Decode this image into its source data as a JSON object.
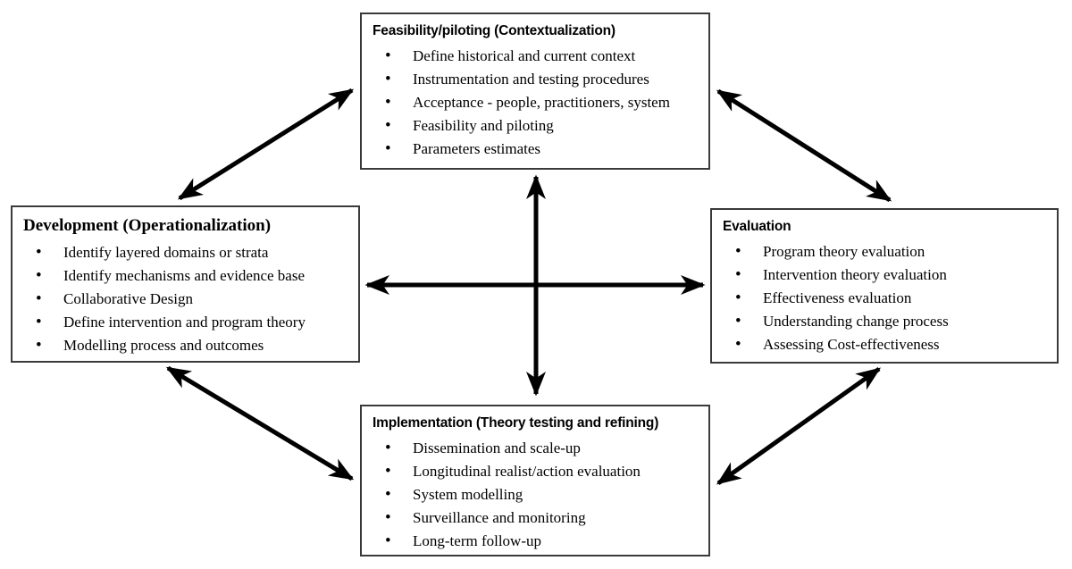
{
  "colors": {
    "background": "#ffffff",
    "box_border": "#3a3a3a",
    "text": "#000000",
    "arrow": "#000000"
  },
  "boxes": {
    "top": {
      "title": "Feasibility/piloting (Contextualization)",
      "items": [
        "Define historical and current context",
        "Instrumentation and testing procedures",
        "Acceptance - people, practitioners, system",
        "Feasibility and piloting",
        "Parameters estimates"
      ]
    },
    "left": {
      "title": "Development (Operationalization)",
      "items": [
        "Identify layered domains or strata",
        "Identify mechanisms and evidence base",
        "Collaborative Design",
        "Define intervention and program theory",
        "Modelling process and outcomes"
      ]
    },
    "right": {
      "title": "Evaluation",
      "items": [
        "Program theory evaluation",
        "Intervention theory evaluation",
        "Effectiveness evaluation",
        "Understanding change process",
        "Assessing Cost-effectiveness"
      ]
    },
    "bottom": {
      "title": "Implementation (Theory testing and refining)",
      "items": [
        "Dissemination and scale-up",
        "Longitudinal realist/action evaluation",
        "System modelling",
        "Surveillance and monitoring",
        "Long-term follow-up"
      ]
    }
  },
  "connections": [
    {
      "from": "Development (Operationalization)",
      "to": "Feasibility/piloting (Contextualization)",
      "bidirectional": true
    },
    {
      "from": "Feasibility/piloting (Contextualization)",
      "to": "Evaluation",
      "bidirectional": true
    },
    {
      "from": "Development (Operationalization)",
      "to": "Implementation (Theory testing and refining)",
      "bidirectional": true
    },
    {
      "from": "Implementation (Theory testing and refining)",
      "to": "Evaluation",
      "bidirectional": true
    },
    {
      "from": "Development (Operationalization)",
      "to": "Evaluation",
      "bidirectional": true
    },
    {
      "from": "Feasibility/piloting (Contextualization)",
      "to": "Implementation (Theory testing and refining)",
      "bidirectional": true
    }
  ]
}
